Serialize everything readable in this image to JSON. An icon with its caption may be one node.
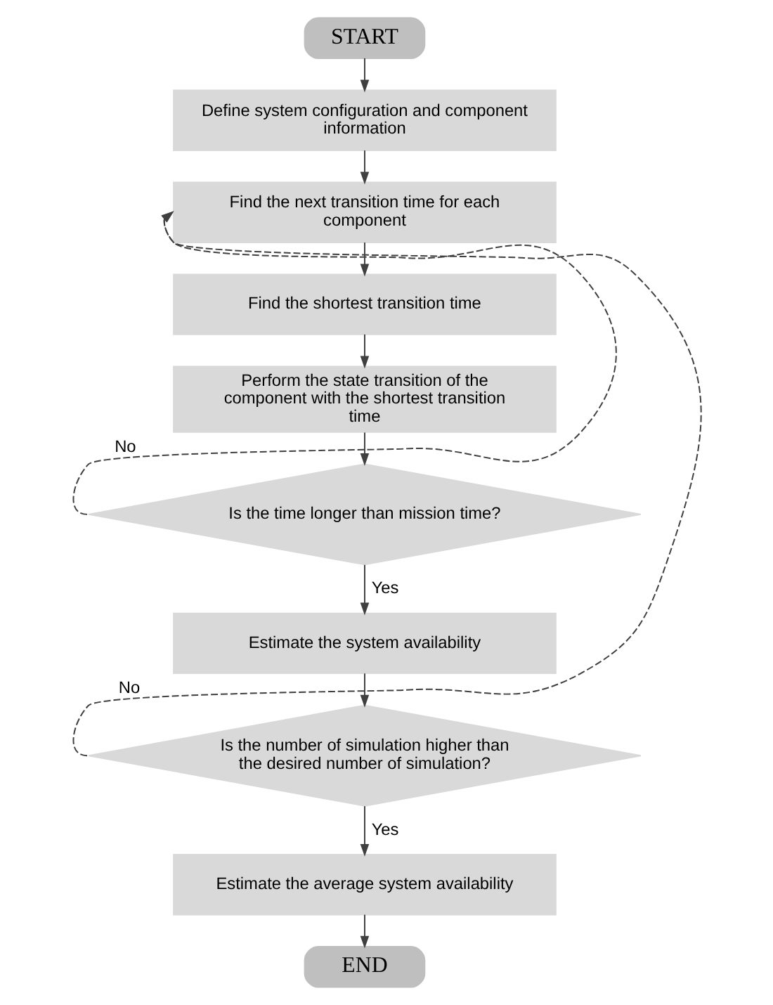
{
  "diagram": {
    "nodes": [
      {
        "text": [
          "START"
        ]
      },
      {
        "text": [
          "Define system configuration and component information"
        ]
      },
      {
        "text": [
          "Find the next transition time for each component"
        ]
      },
      {
        "text": [
          "Find the shortest transition time"
        ]
      },
      {
        "text": [
          "Perform the state transition of the component with the shortest transition time"
        ]
      },
      {
        "text": [
          "Is the time longer than mission time?"
        ]
      },
      {
        "text": [
          "Estimate the system availability"
        ]
      },
      {
        "text": [
          "Is the number of simulation higher than the desired number of simulation?"
        ]
      },
      {
        "text": [
          "Estimate the average system availability"
        ]
      },
      {
        "text": [
          "END"
        ]
      }
    ],
    "edges": [
      {
        "from": 0,
        "to": 1,
        "arrow": "to"
      },
      {
        "from": 1,
        "to": 2,
        "arrow": "to"
      },
      {
        "from": 2,
        "to": 3,
        "arrow": "to"
      },
      {
        "from": 3,
        "to": 4,
        "arrow": "to"
      },
      {
        "from": 4,
        "to": 5,
        "arrow": "to"
      },
      {
        "from": 5,
        "to": 2,
        "label": "No",
        "arrow": "to",
        "style": "dashed"
      },
      {
        "from": 5,
        "to": 6,
        "label": "Yes",
        "arrow": "to"
      },
      {
        "from": 6,
        "to": 7,
        "arrow": "to"
      },
      {
        "from": 7,
        "to": 2,
        "label": "No",
        "arrow": "to",
        "style": "dashed"
      },
      {
        "from": 7,
        "to": 8,
        "label": "Yes",
        "arrow": "to"
      },
      {
        "from": 8,
        "to": 9,
        "arrow": "to"
      }
    ]
  }
}
